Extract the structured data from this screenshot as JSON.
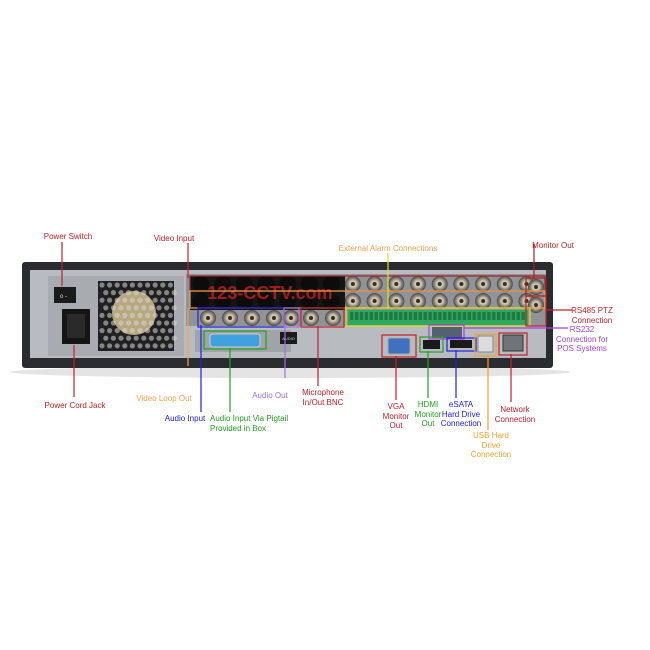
{
  "watermark": "123-CCTV.com",
  "panel_text": {
    "audio_label": "AUDIO"
  },
  "labels": {
    "power_switch": {
      "text": "Power Switch",
      "color": "#c0202a"
    },
    "video_input": {
      "text": "Video Input",
      "color": "#c0202a"
    },
    "external_alarm": {
      "text": "External Alarm Connections",
      "color": "#f0a050"
    },
    "monitor_out": {
      "text": "Monitor Out",
      "color": "#c0202a"
    },
    "rs485_1": {
      "text": "RS485 PTZ",
      "color": "#c0202a"
    },
    "rs485_2": {
      "text": "Connection",
      "color": "#c0202a"
    },
    "rs232_1": {
      "text": "RS232",
      "color": "#a040e0"
    },
    "rs232_2": {
      "text": "Connection for",
      "color": "#a040e0"
    },
    "rs232_3": {
      "text": "POS Systems",
      "color": "#a040e0"
    },
    "power_cord": {
      "text": "Power Cord Jack",
      "color": "#c0202a"
    },
    "video_loop": {
      "text": "Video Loop Out",
      "color": "#f0a050"
    },
    "audio_out": {
      "text": "Audio Out",
      "color": "#a070e0"
    },
    "mic_1": {
      "text": "Microphone",
      "color": "#c0202a"
    },
    "mic_2": {
      "text": "In/Out BNC",
      "color": "#c0202a"
    },
    "audio_input": {
      "text": "Audio Input",
      "color": "#2020e0"
    },
    "pigtail_1": {
      "text": "Audio Input Via Pigtail",
      "color": "#20a020"
    },
    "pigtail_2": {
      "text": "Provided in Box",
      "color": "#20a020"
    },
    "vga_1": {
      "text": "VGA",
      "color": "#c0202a"
    },
    "vga_2": {
      "text": "Monitor",
      "color": "#c0202a"
    },
    "vga_3": {
      "text": "Out",
      "color": "#c0202a"
    },
    "hdmi_1": {
      "text": "HDMI",
      "color": "#20a020"
    },
    "hdmi_2": {
      "text": "Monitor",
      "color": "#20a020"
    },
    "hdmi_3": {
      "text": "Out",
      "color": "#20a020"
    },
    "esata_1": {
      "text": "eSATA",
      "color": "#2020e0"
    },
    "esata_2": {
      "text": "Hard Drive",
      "color": "#2020e0"
    },
    "esata_3": {
      "text": "Connection",
      "color": "#2020e0"
    },
    "usb_1": {
      "text": "USB Hard",
      "color": "#f0a030"
    },
    "usb_2": {
      "text": "Drive",
      "color": "#f0a030"
    },
    "usb_3": {
      "text": "Connection",
      "color": "#f0a030"
    },
    "network_1": {
      "text": "Network",
      "color": "#c0202a"
    },
    "network_2": {
      "text": "Connection",
      "color": "#c0202a"
    }
  }
}
